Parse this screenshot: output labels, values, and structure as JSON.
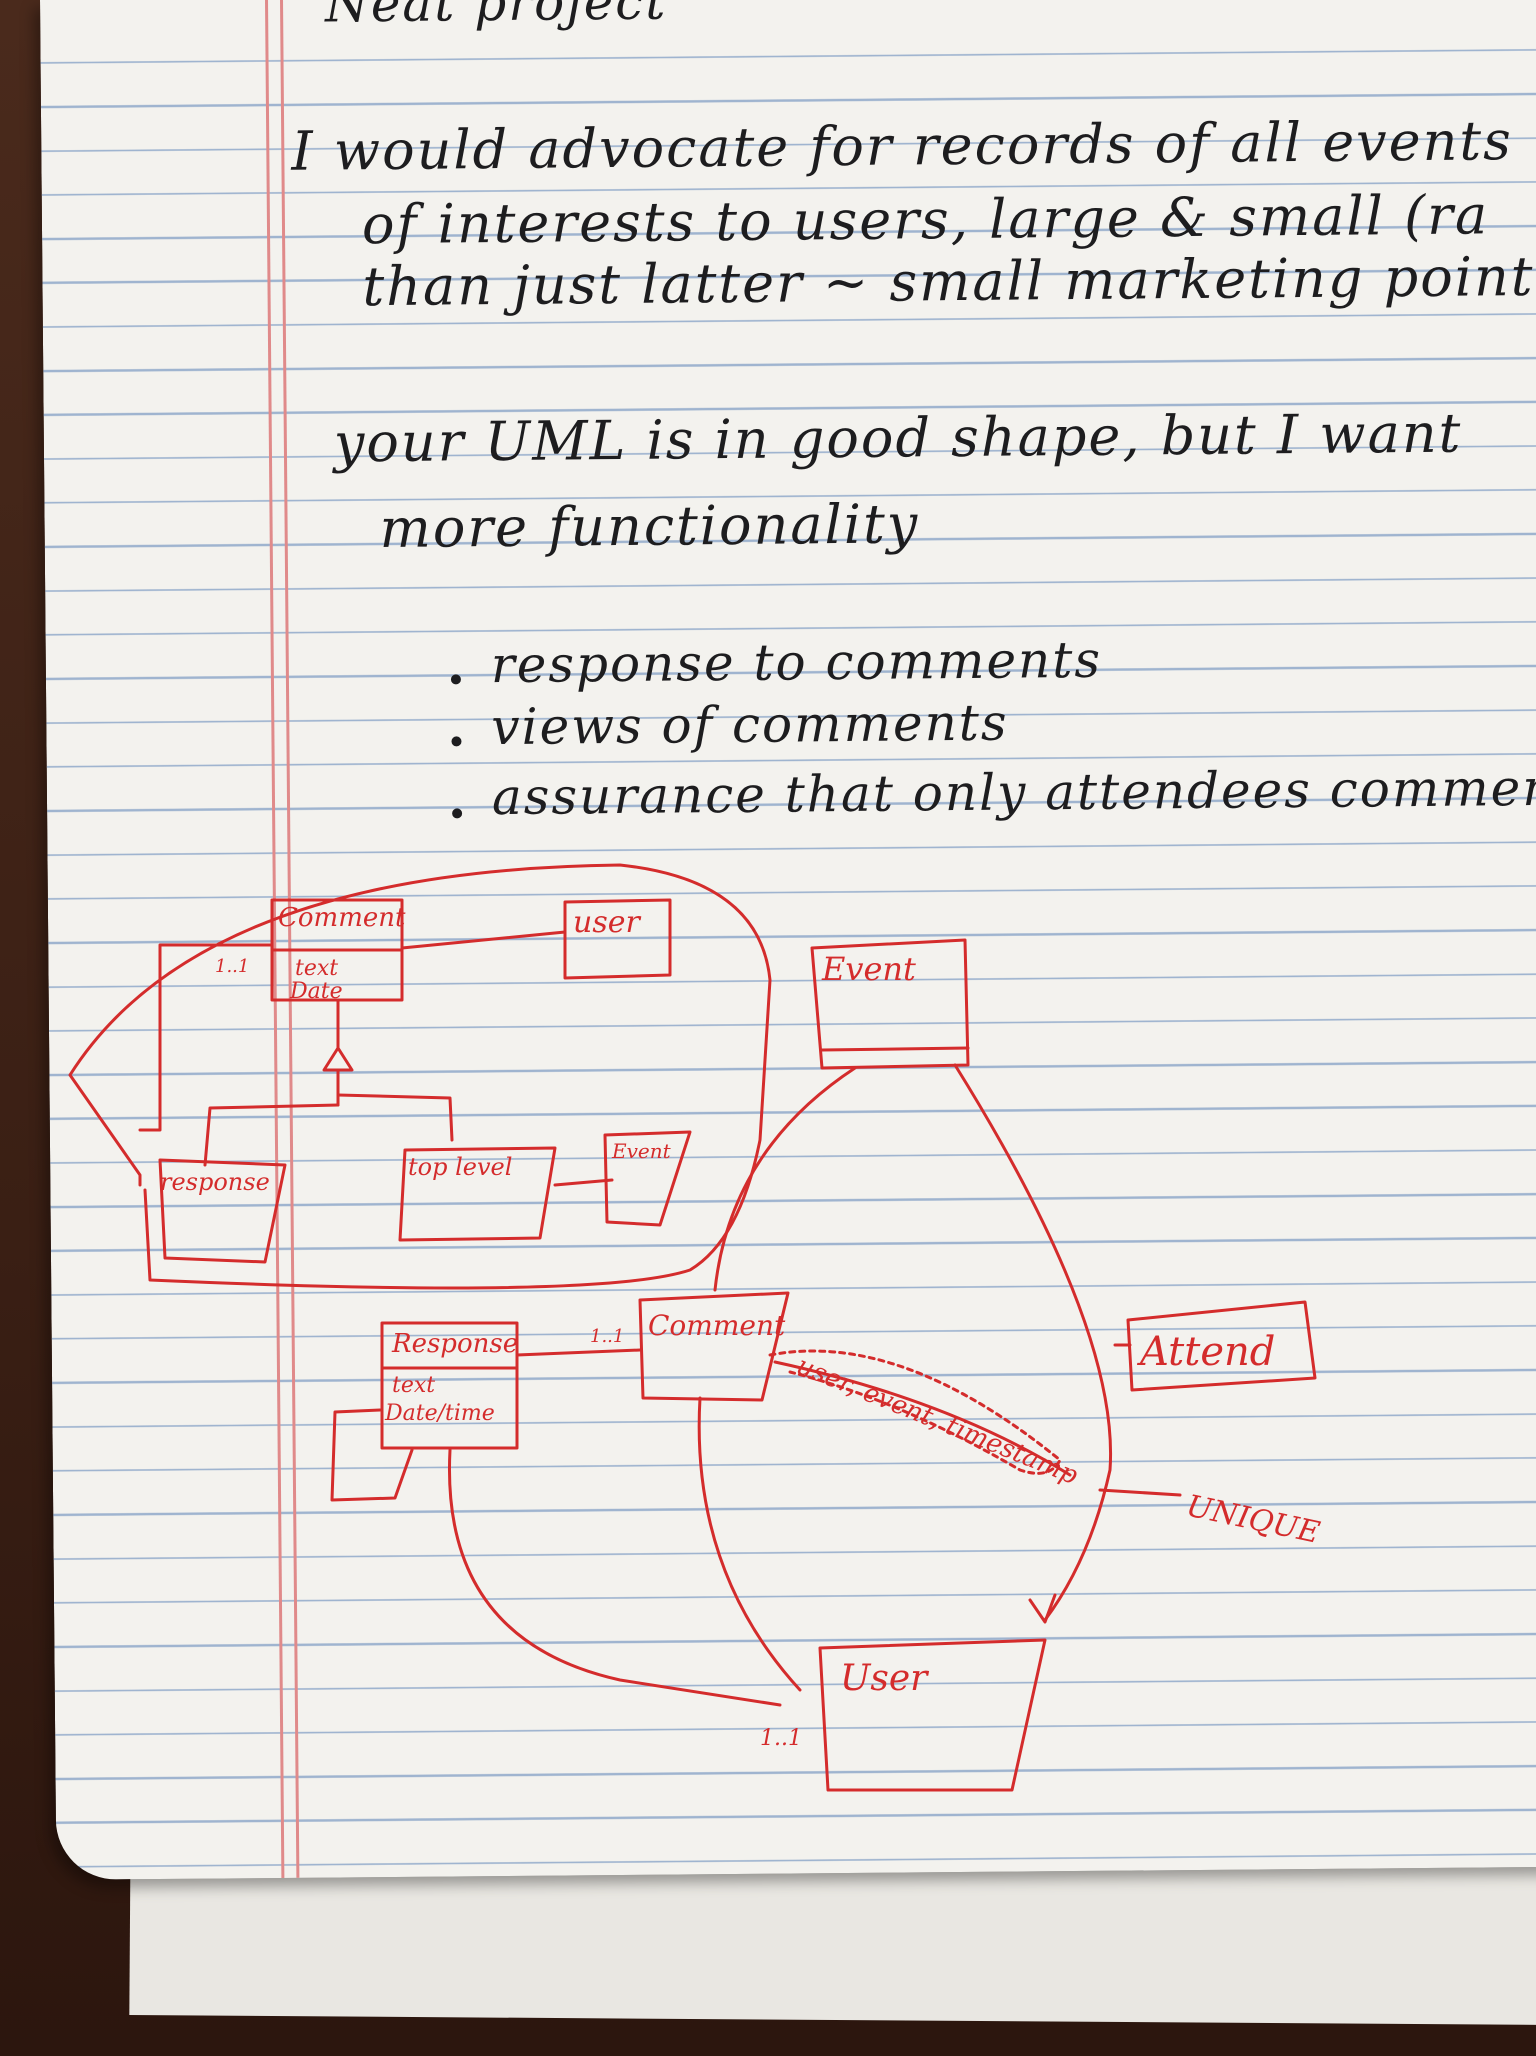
{
  "notes": {
    "title": "Neat project",
    "paragraph1": [
      "I would advocate for records of all events",
      "of interests to users, large & small (ra",
      "than just latter ~ small marketing point."
    ],
    "paragraph2": [
      "your UML is in good shape, but I want",
      "more functionality"
    ],
    "bullets": [
      "response to comments",
      "views of comments",
      "assurance that only attendees commen"
    ]
  },
  "diagram": {
    "upper": {
      "comment_box": {
        "name": "Comment",
        "attr1": "text",
        "attr2": "Date"
      },
      "user_box": {
        "name": "user"
      },
      "multiplicity": "1..1",
      "response_box": {
        "name": "response"
      },
      "toplevel_box": {
        "name": "top level"
      },
      "event_small_box": {
        "name": "Event"
      }
    },
    "lower": {
      "event_box": {
        "name": "Event"
      },
      "response_box": {
        "name": "Response",
        "attr1": "text",
        "attr2": "Date/time"
      },
      "comment_box": {
        "name": "Comment"
      },
      "attend_box": {
        "name": "Attend"
      },
      "user_box": {
        "name": "User"
      },
      "multiplicity_response_comment": "1..1",
      "multiplicity_user": "1..1",
      "constraint_label": "user, event, timestamp",
      "unique_label": "UNIQUE"
    }
  },
  "colors": {
    "ink": "#1d1d1f",
    "red_pen": "#d42c2c",
    "rule_lines": "#9fb4cf",
    "margin": "#e08a8a"
  }
}
